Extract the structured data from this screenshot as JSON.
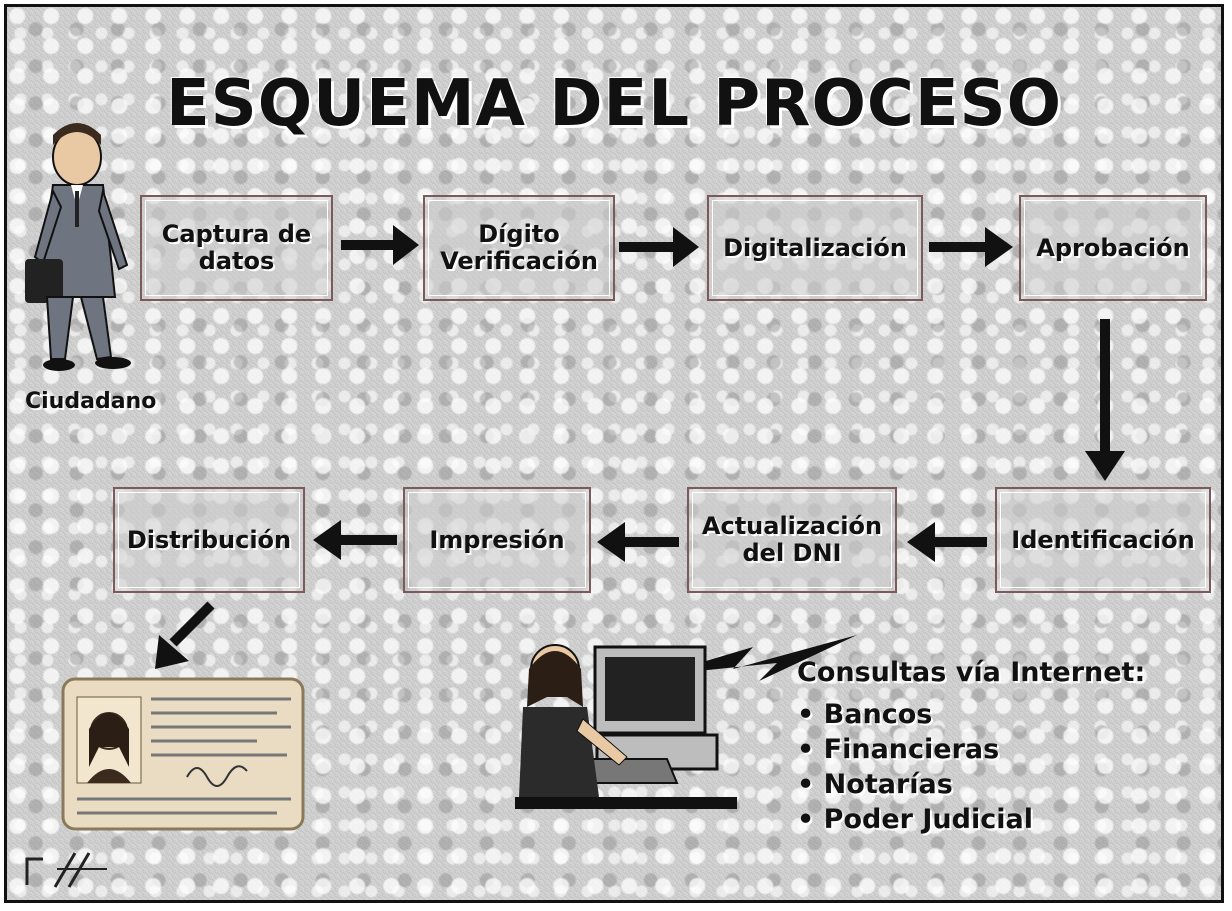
{
  "title": "ESQUEMA DEL PROCESO",
  "actor_label": "Ciudadano",
  "steps": [
    {
      "label": "Captura de\ndatos"
    },
    {
      "label": "Dígito\nVerificación"
    },
    {
      "label": "Digitalización"
    },
    {
      "label": "Aprobación"
    },
    {
      "label": "Identificación"
    },
    {
      "label": "Actualización\ndel DNI"
    },
    {
      "label": "Impresión"
    },
    {
      "label": "Distribución"
    }
  ],
  "consultas": {
    "heading": "Consultas vía Internet:",
    "items": [
      "Bancos",
      "Financieras",
      "Notarías",
      "Poder Judicial"
    ]
  }
}
